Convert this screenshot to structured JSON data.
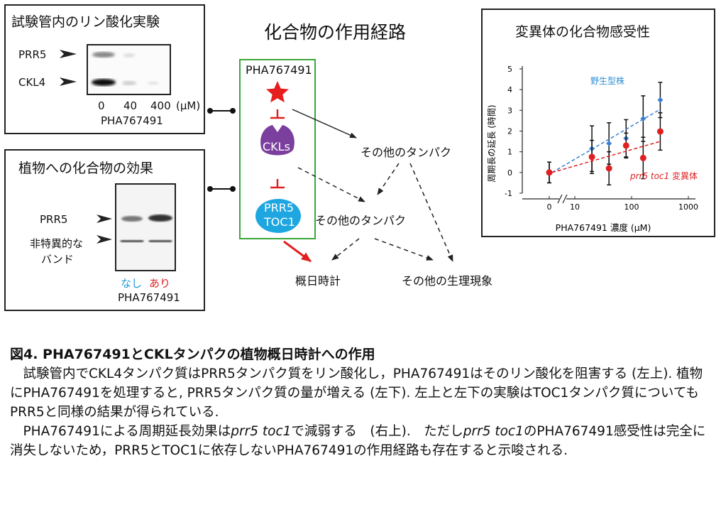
{
  "panels": {
    "invitro": {
      "title": "試験管内のリン酸化実験",
      "band_labels": [
        "PRR5",
        "CKL4"
      ],
      "conc_values": [
        "0",
        "40",
        "400"
      ],
      "conc_unit": "(μM)",
      "compound": "PHA767491"
    },
    "inplanta": {
      "title": "植物への化合物の効果",
      "band_label_1": "PRR5",
      "band_label_2_line1": "非特異的な",
      "band_label_2_line2": "バンド",
      "lane_none": "なし",
      "lane_present": "あり",
      "lane_none_color": "#1e9ad6",
      "lane_present_color": "#e02020",
      "compound": "PHA767491"
    },
    "pathway": {
      "title": "化合物の作用経路",
      "compound": "PHA767491",
      "ckls": "CKLs",
      "prr5": "PRR5",
      "toc1": "TOC1",
      "other_protein_1": "その他のタンパク",
      "other_protein_2": "その他のタンパク",
      "clock": "概日時計",
      "other_phys": "その他の生理現象",
      "colors": {
        "box_border": "#3aa63a",
        "inhibit": "#e02020",
        "ckls_fill": "#7b3f9e",
        "prr5_fill": "#1ea6e0"
      }
    },
    "mutant": {
      "title": "変異体の化合物感受性",
      "ylabel": "周期長の延長 (時間)",
      "xlabel": "PHA767491 濃度 (μM)",
      "wt_label": "野生型株",
      "mut_label_italic": "prr5 toc1",
      "mut_label_rest": " 変異体"
    }
  },
  "chart_data": {
    "type": "scatter",
    "title": "変異体の化合物感受性",
    "xlabel": "PHA767491 濃度 (μM)",
    "ylabel": "周期長の延長 (時間)",
    "x_scale": "log (with break; 0 plotted at left)",
    "x_ticks": [
      "0",
      "10",
      "100",
      "1000"
    ],
    "y_ticks": [
      "-1",
      "0",
      "1",
      "2",
      "3",
      "4",
      "5"
    ],
    "ylim": [
      -1,
      5
    ],
    "x": [
      0,
      20,
      40,
      80,
      160,
      320
    ],
    "series": [
      {
        "name": "野生型株",
        "color": "#3b7fd0",
        "marker": "diamond",
        "values": [
          0,
          1.15,
          1.4,
          1.65,
          2.6,
          3.5
        ],
        "err": [
          0.5,
          1.1,
          1.0,
          0.9,
          1.1,
          0.85
        ]
      },
      {
        "name": "prr5 toc1 変異体",
        "color": "#e02020",
        "marker": "circle",
        "values": [
          0,
          0.75,
          0.2,
          1.3,
          0.7,
          1.98
        ],
        "err": [
          0.5,
          0.8,
          0.8,
          0.6,
          1.0,
          0.9
        ]
      }
    ],
    "grid": false,
    "legend": "inline labels"
  },
  "caption": {
    "title": "図4. PHA767491とCKLタンパクの植物概日時計への作用",
    "p1": "　試験管内でCKL4タンパク質はPRR5タンパク質をリン酸化し，PHA767491はそのリン酸化を阻害する (左上). 植物にPHA767491を処理すると, PRR5タンパク質の量が増える (左下). 左上と左下の実験はTOC1タンパク質についてもPRR5と同様の結果が得られている.",
    "p2_a": "　PHA767491による周期延長効果は",
    "p2_b": "prr5  toc1",
    "p2_c": "で減弱する　(右上).　ただし",
    "p2_d": "prr5  toc1",
    "p2_e": "のPHA767491感受性は完全に消失しないため，PRR5とTOC1に依存しないPHA767491の作用経路も存在すると示唆される."
  }
}
